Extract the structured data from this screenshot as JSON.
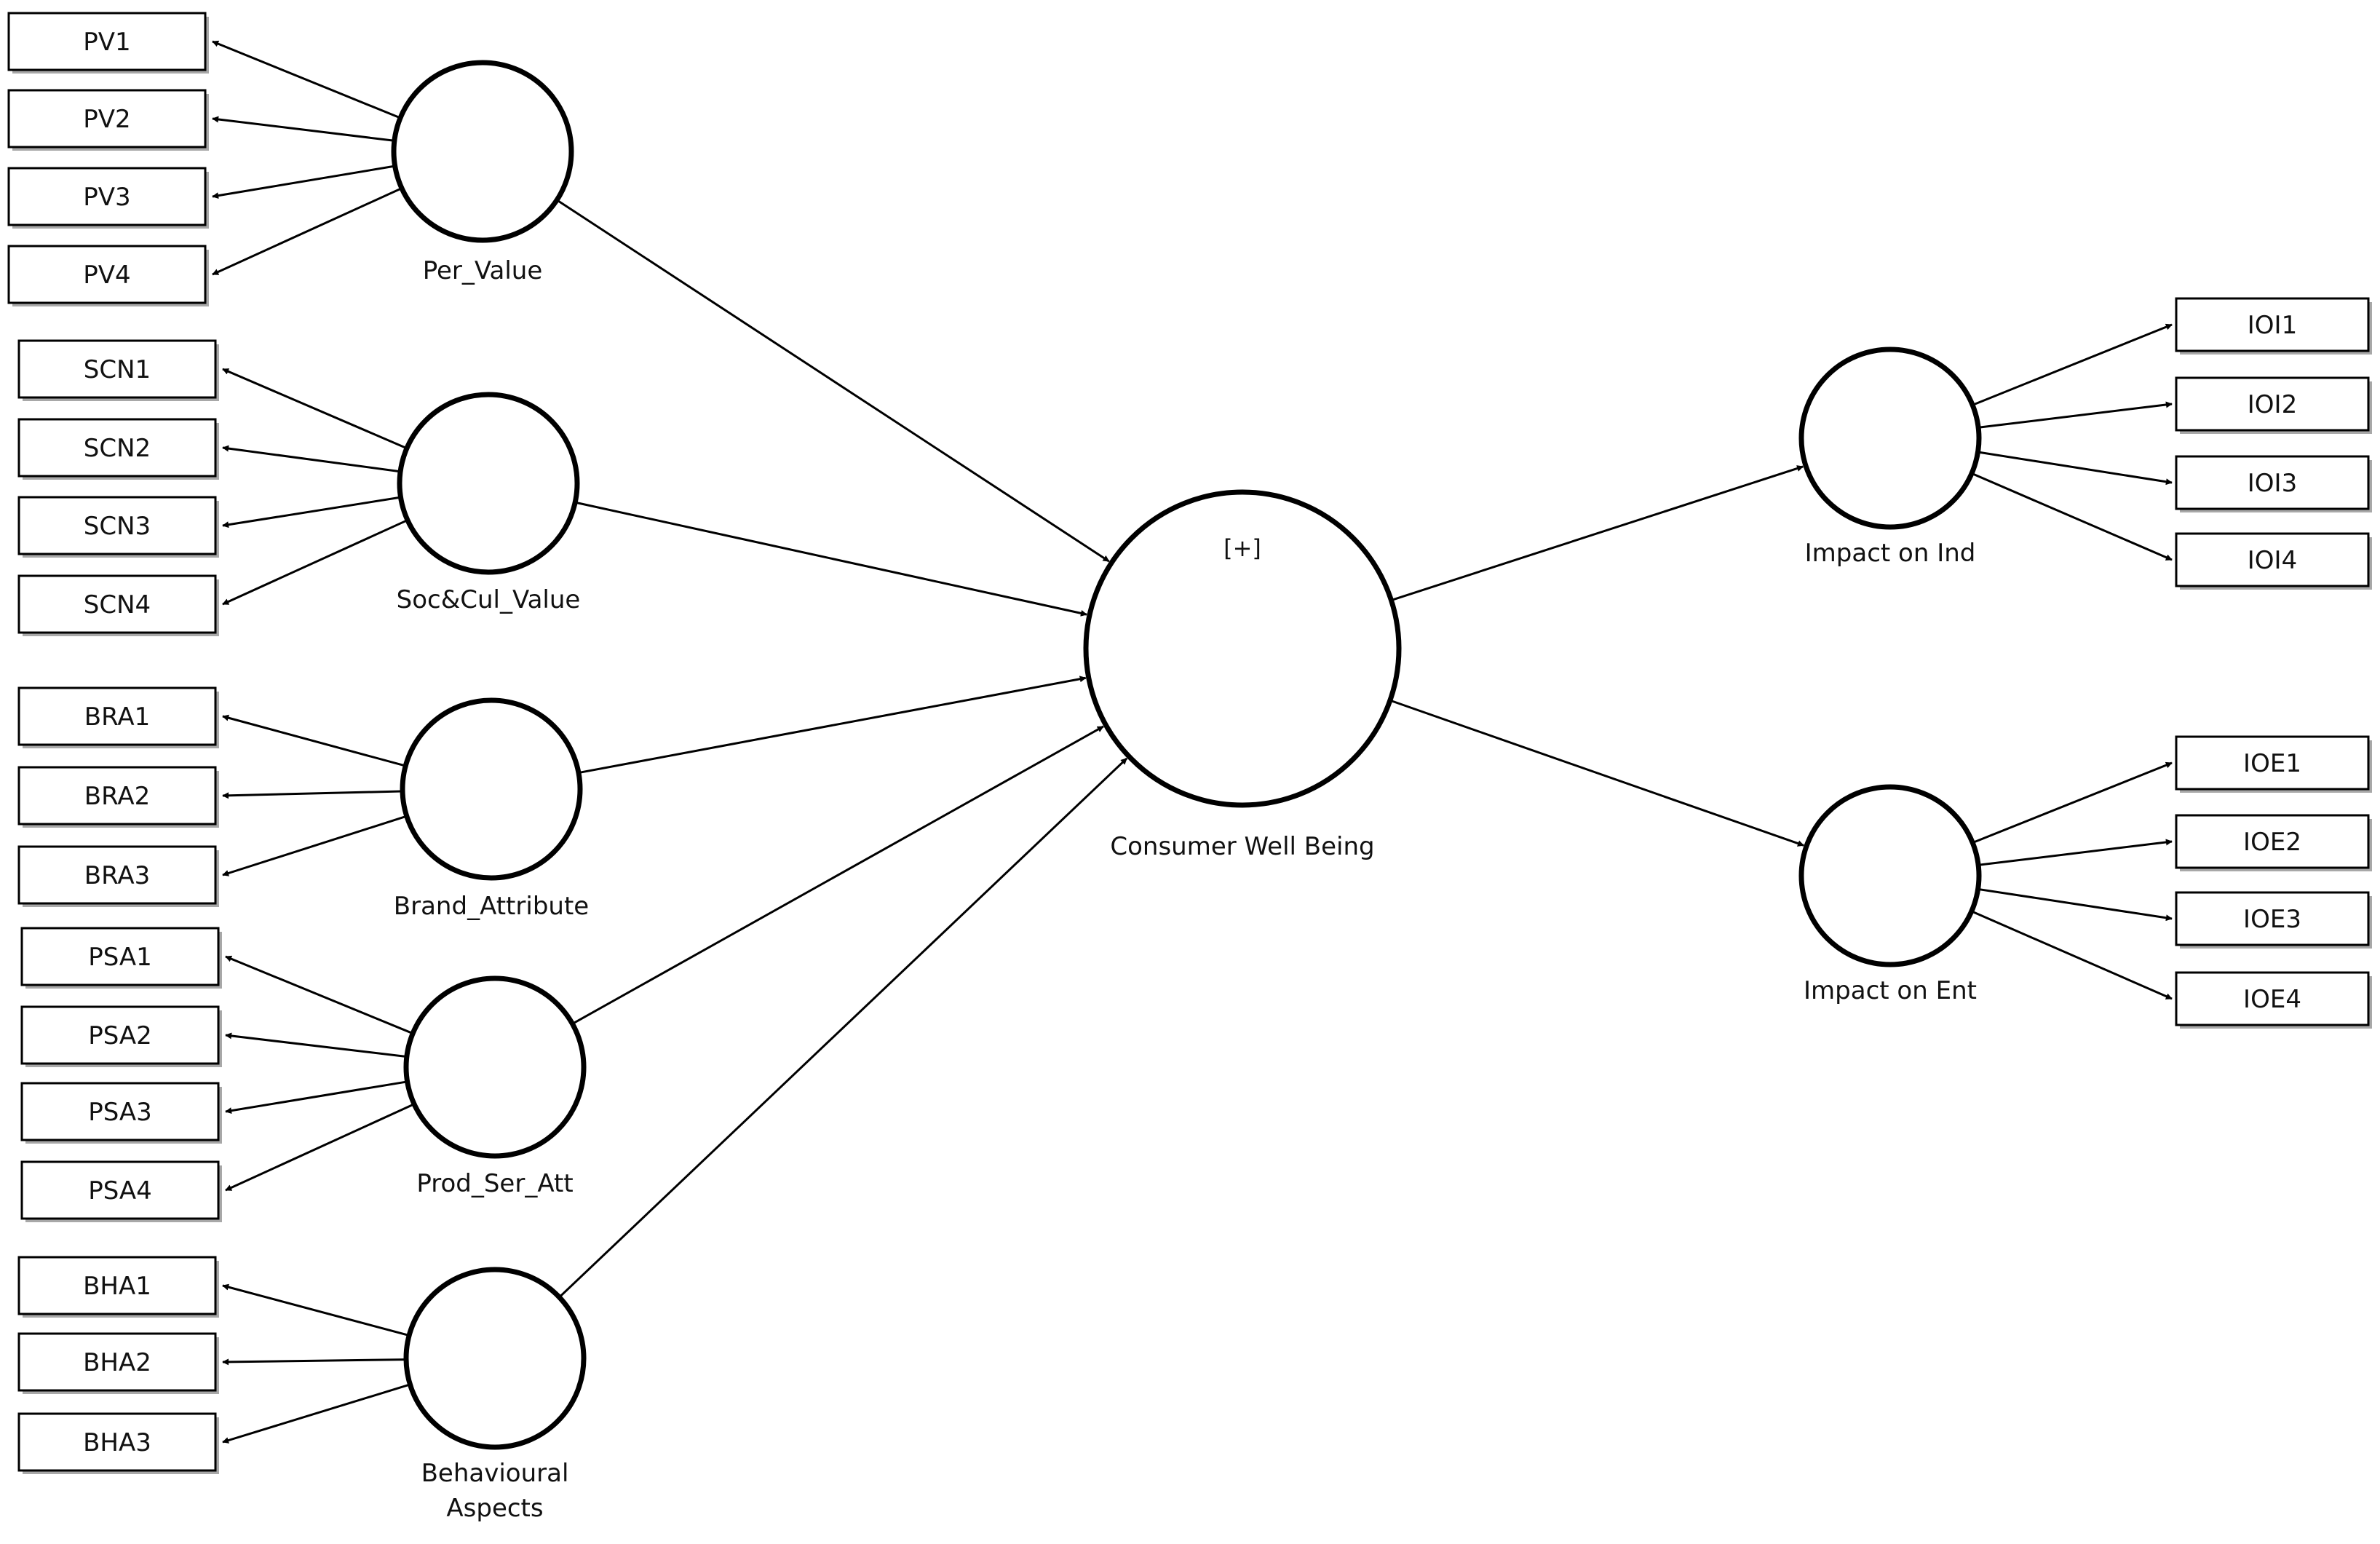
{
  "diagram": {
    "stroke_color": "#000000",
    "shadow_color": "#a8a8a8",
    "background": "#ffffff",
    "constructs": [
      {
        "id": "per_value",
        "label_lines": [
          "Per_Value"
        ],
        "indicators": [
          "PV1",
          "PV2",
          "PV3",
          "PV4"
        ]
      },
      {
        "id": "soc_cul_value",
        "label_lines": [
          "Soc&Cul_Value"
        ],
        "indicators": [
          "SCN1",
          "SCN2",
          "SCN3",
          "SCN4"
        ]
      },
      {
        "id": "brand_attribute",
        "label_lines": [
          "Brand_Attribute"
        ],
        "indicators": [
          "BRA1",
          "BRA2",
          "BRA3"
        ]
      },
      {
        "id": "prod_ser_att",
        "label_lines": [
          "Prod_Ser_Att"
        ],
        "indicators": [
          "PSA1",
          "PSA2",
          "PSA3",
          "PSA4"
        ]
      },
      {
        "id": "behavioural_aspects",
        "label_lines": [
          "Behavioural",
          "Aspects"
        ],
        "indicators": [
          "BHA1",
          "BHA2",
          "BHA3"
        ]
      },
      {
        "id": "consumer_well_being",
        "label_lines": [
          "Consumer Well Being"
        ],
        "marker": "[+]",
        "indicators": []
      },
      {
        "id": "impact_on_ind",
        "label_lines": [
          "Impact on Ind"
        ],
        "indicators": [
          "IOI1",
          "IOI2",
          "IOI3",
          "IOI4"
        ]
      },
      {
        "id": "impact_on_ent",
        "label_lines": [
          "Impact on Ent"
        ],
        "indicators": [
          "IOE1",
          "IOE2",
          "IOE3",
          "IOE4"
        ]
      }
    ],
    "paths": [
      {
        "from": "per_value",
        "to": "consumer_well_being"
      },
      {
        "from": "soc_cul_value",
        "to": "consumer_well_being"
      },
      {
        "from": "brand_attribute",
        "to": "consumer_well_being"
      },
      {
        "from": "prod_ser_att",
        "to": "consumer_well_being"
      },
      {
        "from": "behavioural_aspects",
        "to": "consumer_well_being"
      },
      {
        "from": "consumer_well_being",
        "to": "impact_on_ind"
      },
      {
        "from": "consumer_well_being",
        "to": "impact_on_ent"
      }
    ]
  }
}
